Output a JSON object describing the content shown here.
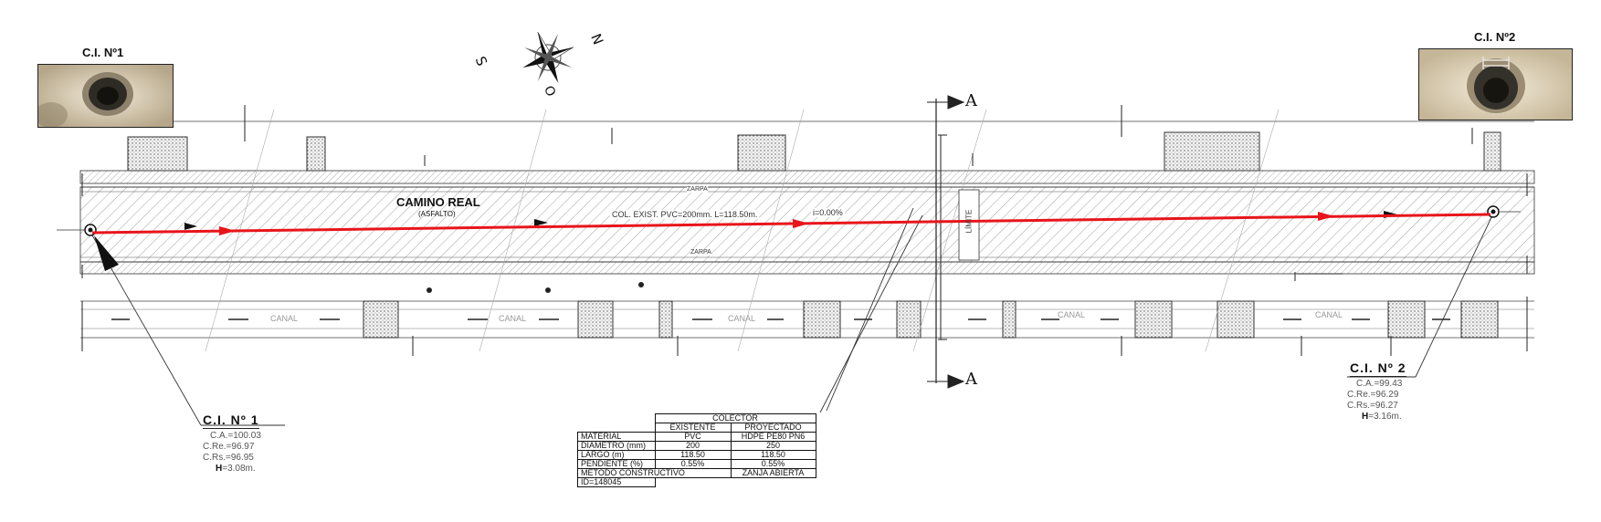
{
  "photos": {
    "left_label": "C.I. Nº1",
    "right_label": "C.I. Nº2"
  },
  "compass": {
    "n": "N",
    "s": "S",
    "o": "O"
  },
  "section": {
    "top": "A",
    "bottom": "A"
  },
  "plan": {
    "road_name": "CAMINO REAL",
    "road_surface": "(ASFALTO)",
    "collector_text": "COL. EXIST. PVC=200mm. L=118.50m.",
    "slope_text": "i=0.00%",
    "curb_top": "ZARPA",
    "curb_bottom": "ZARPA",
    "canal_label": "CANAL",
    "section_mark": "LÍMITE"
  },
  "ci1": {
    "title": "C.I. Nº 1",
    "ca": "C.A.=100.03",
    "cre": "C.Re.=96.97",
    "crs": "C.Rs.=96.95",
    "h_label": "H",
    "h_value": "=3.08m."
  },
  "ci2": {
    "title": "C.I. Nº 2",
    "ca": "C.A.=99.43",
    "cre": "C.Re.=96.29",
    "crs": "C.Rs.=96.27",
    "h_label": "H",
    "h_value": "=3.16m."
  },
  "table": {
    "title": "COLECTOR",
    "col_existing": "EXISTENTE",
    "col_projected": "PROYECTADO",
    "rows": [
      {
        "label": "MATERIAL",
        "existing": "PVC",
        "projected": "HDPE PE80 PN6"
      },
      {
        "label": "DIAMETRO (mm)",
        "existing": "200",
        "projected": "250"
      },
      {
        "label": "LARGO (m)",
        "existing": "118.50",
        "projected": "118.50"
      },
      {
        "label": "PENDIENTE (%)",
        "existing": "0.55%",
        "projected": "0.55%"
      }
    ],
    "method_label": "METODO CONSTRUCTIVO",
    "method_value": "ZANJA ABIERTA",
    "id_text": "ID=148045"
  },
  "colors": {
    "pipe": "#e8151b",
    "line": "#222222",
    "hatch": "#777777"
  }
}
